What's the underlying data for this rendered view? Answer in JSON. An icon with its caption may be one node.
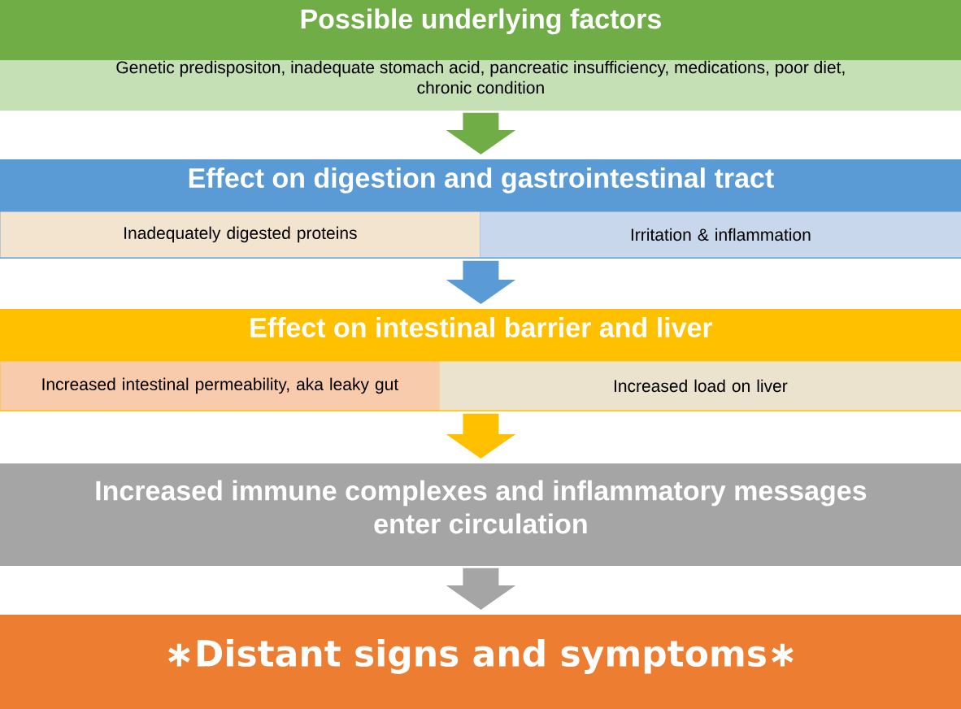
{
  "diagram": {
    "nodes": [
      {
        "text": [
          "Possible underlying factors",
          "Genetic predispositon, inadequate stomach acid, pancreatic insufficiency, medications, poor diet, chronic condition"
        ]
      },
      {
        "text": [
          "Effect on digestion and gastrointestinal tract"
        ]
      },
      {
        "text": [
          "Inadequately digested proteins"
        ],
        "in": 1
      },
      {
        "text": [
          "Irritation & inflammation"
        ],
        "in": 1
      },
      {
        "text": [
          "Effect on intestinal barrier and liver"
        ]
      },
      {
        "text": [
          "Increased intestinal permeability, aka leaky gut"
        ],
        "in": 4
      },
      {
        "text": [
          "Increased load on liver"
        ],
        "in": 4
      },
      {
        "text": [
          "Increased immune complexes and inflammatory messages enter circulation"
        ]
      },
      {
        "text": [
          "∗Distant signs and symptoms∗"
        ]
      }
    ],
    "edges": [
      {
        "from": 0,
        "to": 1,
        "arrow": "to",
        "color": "#70ad47"
      },
      {
        "from": 1,
        "to": 4,
        "arrow": "to",
        "color": "#5b9bd5"
      },
      {
        "from": 4,
        "to": 7,
        "arrow": "to",
        "color": "#ffc000"
      },
      {
        "from": 7,
        "to": 8,
        "arrow": "to",
        "color": "#a5a5a5"
      }
    ]
  }
}
